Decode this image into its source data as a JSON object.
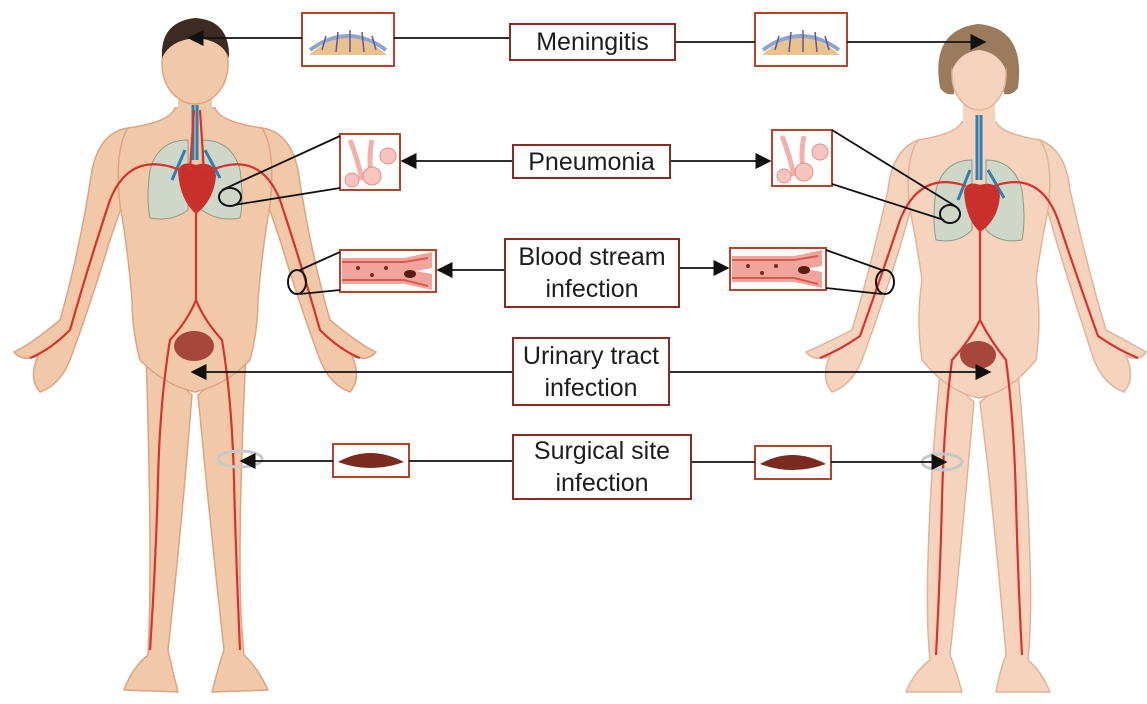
{
  "labels": {
    "meningitis": "Meningitis",
    "pneumonia": "Pneumonia",
    "blood_stream_line1": "Blood stream",
    "blood_stream_line2": "infection",
    "urinary_line1": "Urinary tract",
    "urinary_line2": "infection",
    "surgical_line1": "Surgical site",
    "surgical_line2": "infection"
  },
  "colors": {
    "box_border": "#8b2a22",
    "skin_male": "#f2c9a8",
    "skin_female": "#f5d3bd",
    "artery": "#d9322e",
    "vein": "#2f7fb0",
    "lung": "#cfd7c8",
    "heart": "#c9302c",
    "bladder": "#a5483b",
    "arrow": "#111111",
    "hair_male": "#3b2b22",
    "hair_female": "#9c7a5c"
  }
}
